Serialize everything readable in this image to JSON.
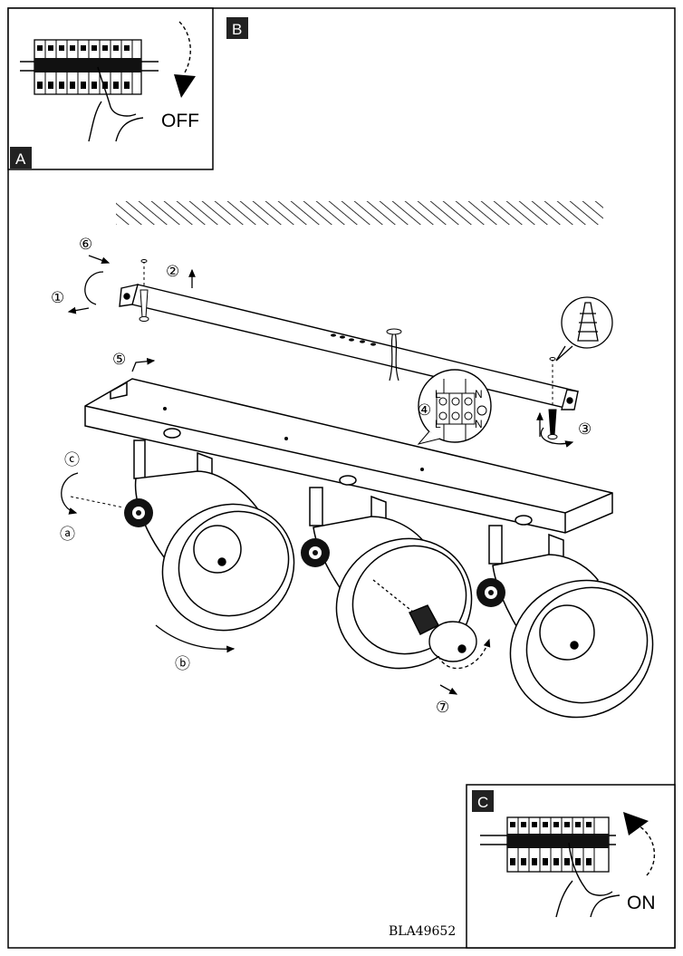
{
  "panels": {
    "a": {
      "letter": "A"
    },
    "b": {
      "letter": "B",
      "switch_label": "OFF"
    },
    "c": {
      "letter": "C",
      "switch_label": "ON"
    }
  },
  "steps": [
    "⑥",
    "①",
    "②",
    "⑤",
    "③",
    "④",
    "ⓒ",
    "ⓐ",
    "ⓑ",
    "⑦"
  ],
  "terminal": {
    "l_top": "L",
    "n_top": "N",
    "l_bottom": "L",
    "n_bottom": "N"
  },
  "document_code": "BLA49652",
  "colors": {
    "ink": "#000000",
    "paper": "#ffffff",
    "tag_fill": "#222222"
  }
}
